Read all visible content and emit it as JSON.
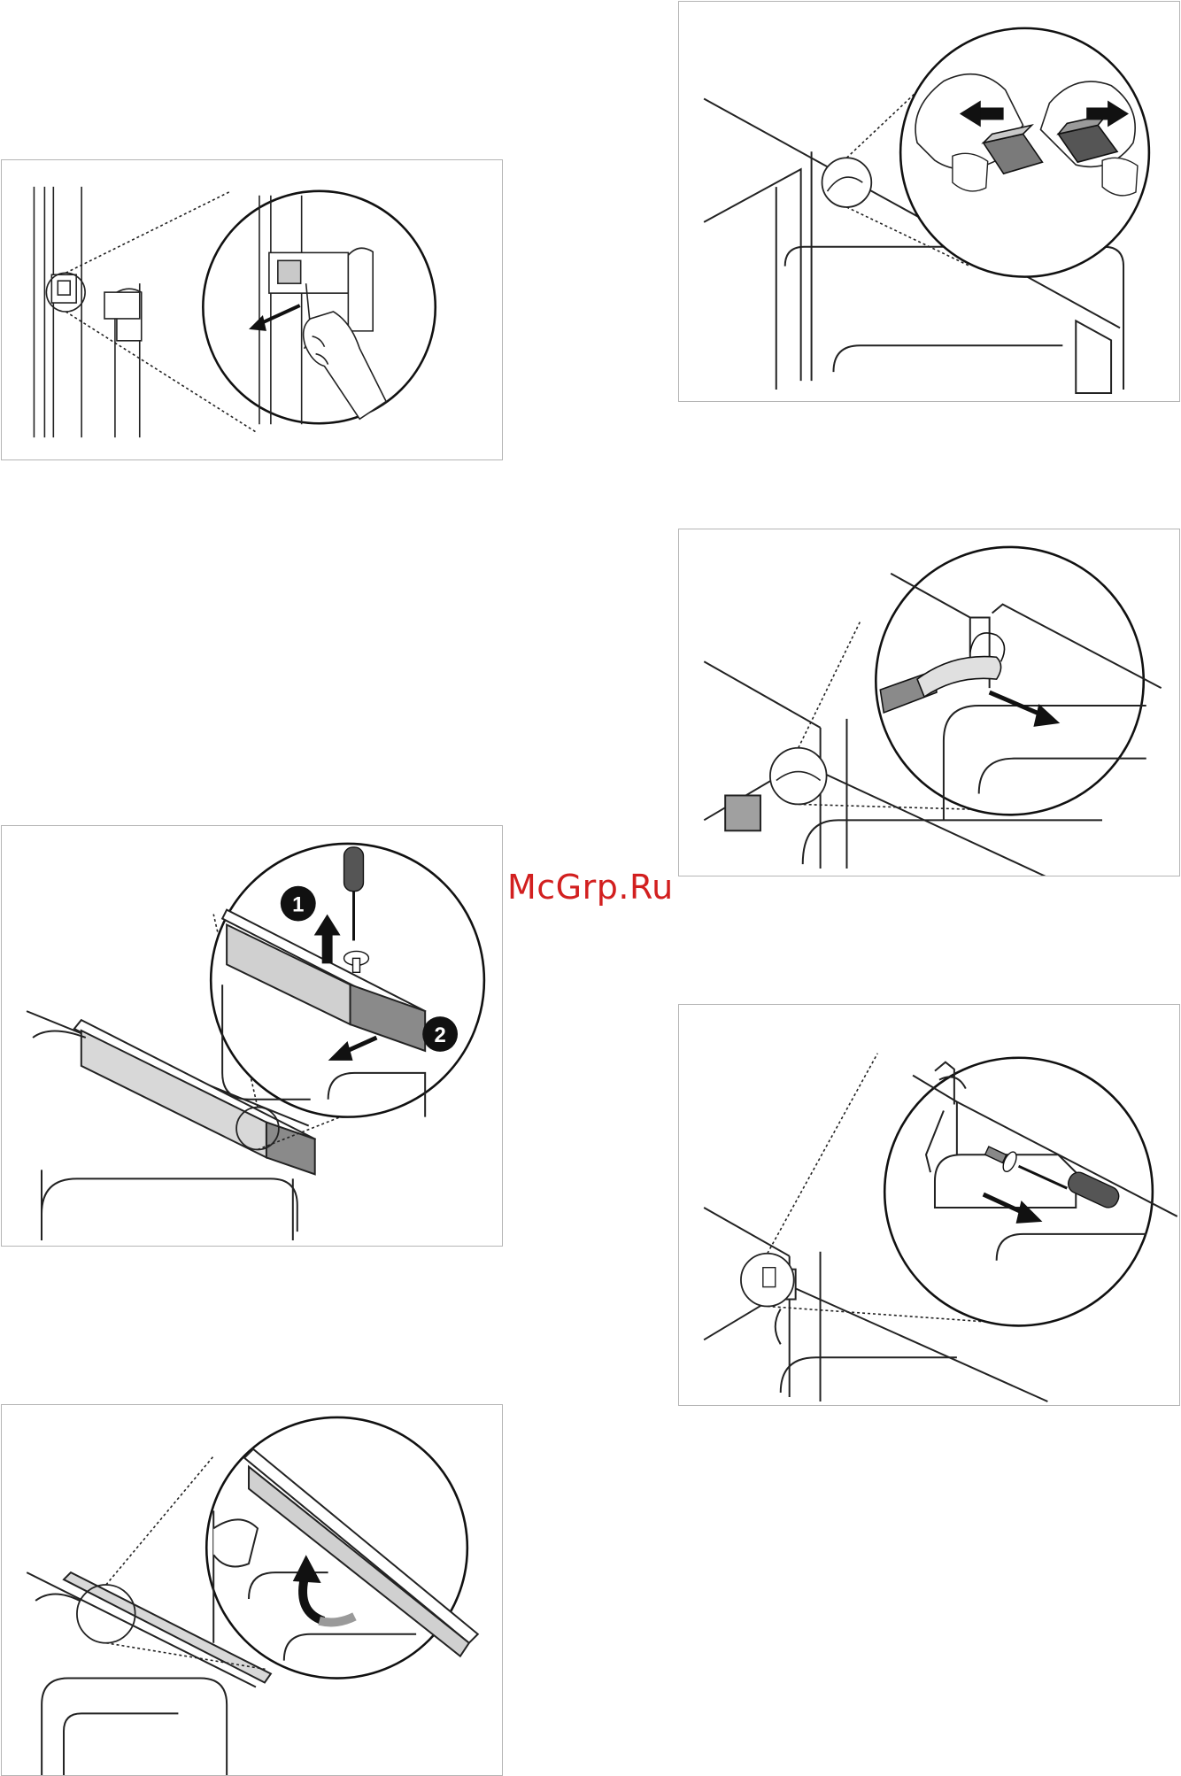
{
  "watermark": {
    "text": "McGrp.Ru",
    "color": "#d21f1f"
  },
  "panels": [
    {
      "id": "remove-switch-cover",
      "icons": [
        "zoom-circle-icon",
        "arrow-icon",
        "hand-icon"
      ]
    },
    {
      "id": "disconnect-connector",
      "icons": [
        "zoom-circle-icon",
        "arrow-left-icon",
        "arrow-right-icon",
        "hand-icon"
      ]
    },
    {
      "id": "remove-cable-holder",
      "icons": [
        "zoom-circle-icon",
        "arrow-icon"
      ]
    },
    {
      "id": "remove-cover-strip",
      "steps": [
        "1",
        "2"
      ],
      "icons": [
        "zoom-circle-icon",
        "screwdriver-icon",
        "screw-icon",
        "arrow-up-icon",
        "arrow-icon"
      ]
    },
    {
      "id": "unscrew-bracket",
      "icons": [
        "zoom-circle-icon",
        "screwdriver-icon",
        "screw-icon",
        "arrow-icon"
      ]
    },
    {
      "id": "lift-panel",
      "icons": [
        "zoom-circle-icon",
        "curved-arrow-icon"
      ]
    }
  ]
}
